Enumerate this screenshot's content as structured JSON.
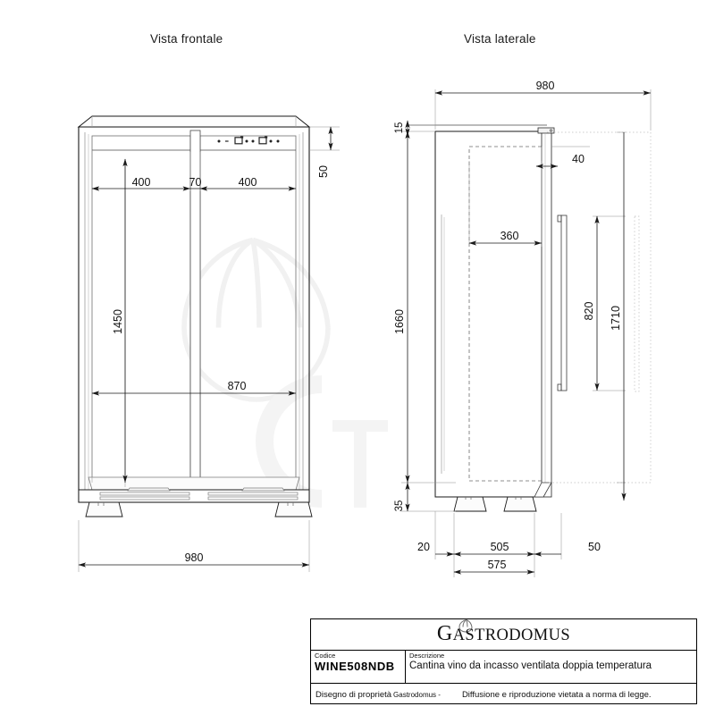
{
  "views": {
    "front_title": "Vista frontale",
    "side_title": "Vista laterale"
  },
  "front_dimensions": {
    "door_left_width": "400",
    "center_stile": "70",
    "door_right_width": "400",
    "top_band_height": "50",
    "interior_height": "1450",
    "interior_width": "870",
    "overall_width": "980"
  },
  "side_dimensions": {
    "overall_depth": "980",
    "top_gap": "15",
    "door_thickness": "40",
    "inner_depth": "360",
    "body_height": "1660",
    "handle_length": "820",
    "overall_height": "1710",
    "foot_height": "35",
    "front_offset": "20",
    "cabinet_depth": "505",
    "rear_clearance": "50",
    "total_depth": "575"
  },
  "titleblock": {
    "logo_text_cap": "G",
    "logo_text_rest": "ASTRODOMUS",
    "code_label": "Codice",
    "code_value": "WINE508NDB",
    "description_label": "Descrizione",
    "description_value": "Cantina vino da incasso ventilata doppia temperatura",
    "footer_ownership": "Disegno di proprietà",
    "footer_brand": "Gastrodomus -",
    "footer_notice": "Diffusione e riproduzione vietata a norma di legge."
  },
  "colors": {
    "line": "#1a1a1a",
    "thin_line": "#555555",
    "hidden_line": "#7a7a7a",
    "watermark": "#f2f2f2",
    "text": "#111111",
    "background": "#ffffff"
  }
}
